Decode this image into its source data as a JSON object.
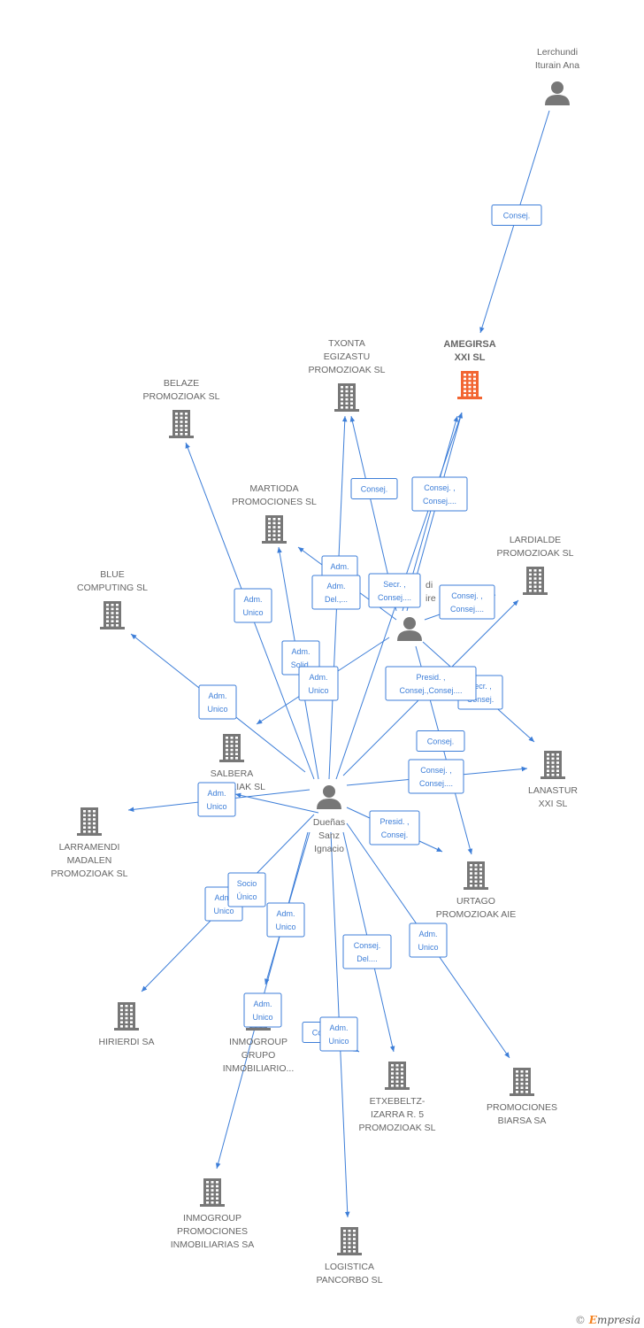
{
  "colors": {
    "edge": "#3d7ed8",
    "company": "#777777",
    "focus": "#f26532",
    "person": "#777777",
    "label": "#666666"
  },
  "nodes": [
    {
      "id": "lerchundi",
      "type": "person",
      "lines": [
        "Lerchundi",
        "Iturain Ana"
      ]
    },
    {
      "id": "amegirsa",
      "type": "company",
      "focus": true,
      "lines": [
        "AMEGIRSA",
        "XXI SL"
      ]
    },
    {
      "id": "txonta",
      "type": "company",
      "lines": [
        "TXONTA",
        "EGIZASTU",
        "PROMOZIOAK SL"
      ]
    },
    {
      "id": "belaze",
      "type": "company",
      "lines": [
        "BELAZE",
        "PROMOZIOAK SL"
      ]
    },
    {
      "id": "martioda",
      "type": "company",
      "lines": [
        "MARTIODA",
        "PROMOCIONES SL"
      ]
    },
    {
      "id": "lardialde",
      "type": "company",
      "lines": [
        "LARDIALDE",
        "PROMOZIOAK SL"
      ]
    },
    {
      "id": "blue",
      "type": "company",
      "lines": [
        "BLUE",
        "COMPUTING SL"
      ]
    },
    {
      "id": "person2",
      "type": "person",
      "lines": [
        "di",
        "ire"
      ]
    },
    {
      "id": "salbera",
      "type": "company",
      "lines": [
        "SALBERA",
        "INMOBILIAK SL"
      ]
    },
    {
      "id": "lanastur",
      "type": "company",
      "lines": [
        "LANASTUR",
        "XXI SL"
      ]
    },
    {
      "id": "duenas",
      "type": "person",
      "lines": [
        "Dueñas",
        "Sanz",
        "Ignacio"
      ]
    },
    {
      "id": "larramendi",
      "type": "company",
      "lines": [
        "LARRAMENDI",
        "MADALEN",
        "PROMOZIOAK SL"
      ]
    },
    {
      "id": "urtago",
      "type": "company",
      "lines": [
        "URTAGO",
        "PROMOZIOAK AIE"
      ]
    },
    {
      "id": "hirierdi",
      "type": "company",
      "lines": [
        "HIRIERDI SA"
      ]
    },
    {
      "id": "inmogroup_grupo",
      "type": "company",
      "lines": [
        "INMOGROUP",
        "GRUPO",
        "INMOBILIARIO..."
      ]
    },
    {
      "id": "etxebeltz",
      "type": "company",
      "lines": [
        "ETXEBELTZ-",
        "IZARRA R. 5",
        "PROMOZIOAK SL"
      ]
    },
    {
      "id": "promo_biarsa",
      "type": "company",
      "lines": [
        "PROMOCIONES",
        "BIARSA SA"
      ]
    },
    {
      "id": "inmogroup_promo",
      "type": "company",
      "lines": [
        "INMOGROUP",
        "PROMOCIONES",
        "INMOBILIARIAS SA"
      ]
    },
    {
      "id": "logistica",
      "type": "company",
      "lines": [
        "LOGISTICA",
        "PANCORBO SL"
      ]
    }
  ],
  "edges": [
    {
      "from": "lerchundi",
      "to": "amegirsa",
      "lines": [
        "Consej."
      ]
    },
    {
      "from": "person2",
      "to": "txonta",
      "lines": [
        "Consej."
      ]
    },
    {
      "from": "person2",
      "to": "amegirsa",
      "lines": [
        "Consej. ,",
        "Consej...."
      ]
    },
    {
      "from": "person2",
      "to": "martioda",
      "lines": [
        "Adm.",
        "Solid."
      ]
    },
    {
      "from": "person2",
      "to": "amegirsa",
      "lines": [
        "Secr. ,",
        "Consej...."
      ]
    },
    {
      "from": "person2",
      "to": "lardialde",
      "lines": [
        "Consej. ,",
        "Consej...."
      ]
    },
    {
      "from": "person2",
      "to": "lanastur",
      "lines": [
        "Secr. ,",
        "Consej."
      ]
    },
    {
      "from": "person2",
      "to": "urtago",
      "lines": [
        "Consej."
      ]
    },
    {
      "from": "person2",
      "to": "salbera",
      "lines": [
        "Adm.",
        "Solid."
      ]
    },
    {
      "from": "duenas",
      "to": "belaze",
      "lines": [
        "Adm.",
        "Unico"
      ]
    },
    {
      "from": "duenas",
      "to": "martioda",
      "lines": [
        "Adm.",
        "Solid."
      ]
    },
    {
      "from": "duenas",
      "to": "txonta",
      "lines": [
        "Adm.",
        "Del.,..."
      ]
    },
    {
      "from": "duenas",
      "to": "amegirsa",
      "lines": [
        "Adm.",
        "Unico"
      ]
    },
    {
      "from": "duenas",
      "to": "blue",
      "lines": [
        "Adm.",
        "Unico"
      ]
    },
    {
      "from": "duenas",
      "to": "lardialde",
      "lines": [
        "Presid. ,",
        "Consej.,Consej...."
      ]
    },
    {
      "from": "duenas",
      "to": "lanastur",
      "lines": [
        "Consej. ,",
        "Consej...."
      ]
    },
    {
      "from": "duenas",
      "to": "urtago",
      "lines": [
        "Presid. ,",
        "Consej."
      ]
    },
    {
      "from": "duenas",
      "to": "larramendi",
      "lines": [
        "Adm.",
        "Unico"
      ]
    },
    {
      "from": "duenas",
      "to": "hirierdi",
      "lines": [
        "Adm.",
        "Unico"
      ]
    },
    {
      "from": "duenas",
      "to": "inmogroup_grupo",
      "lines": [
        "Socio",
        "Único"
      ]
    },
    {
      "from": "duenas",
      "to": "inmogroup_grupo",
      "lines": [
        "Adm.",
        "Unico"
      ]
    },
    {
      "from": "duenas",
      "to": "inmogroup_promo",
      "lines": [
        "Adm.",
        "Unico"
      ]
    },
    {
      "from": "duenas",
      "to": "etxebeltz",
      "lines": [
        "Consej.",
        "Del...."
      ]
    },
    {
      "from": "duenas",
      "to": "promo_biarsa",
      "lines": [
        "Adm.",
        "Unico"
      ]
    },
    {
      "from": "duenas",
      "to": "logistica",
      "lines": [
        "Consej."
      ]
    },
    {
      "from": "duenas",
      "to": "etxebeltz",
      "lines": [
        "Adm.",
        "Unico"
      ]
    }
  ],
  "footer": {
    "copyright": "©",
    "brand_initial": "E",
    "brand_rest": "mpresia"
  }
}
